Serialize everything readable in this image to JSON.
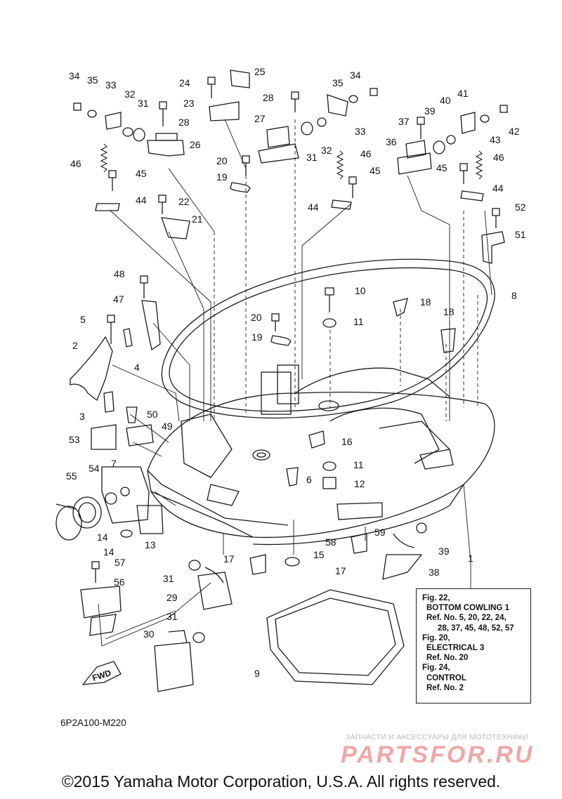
{
  "callouts": {
    "c1": "1",
    "c2": "2",
    "c3": "3",
    "c4": "4",
    "c5": "5",
    "c6": "6",
    "c7": "7",
    "c8": "8",
    "c9": "9",
    "c10": "10",
    "c11a": "11",
    "c11b": "11",
    "c12": "12",
    "c13": "13",
    "c14a": "14",
    "c14b": "14",
    "c15": "15",
    "c16": "16",
    "c17a": "17",
    "c17b": "17",
    "c18a": "18",
    "c18b": "18",
    "c19a": "19",
    "c19b": "19",
    "c20a": "20",
    "c20b": "20",
    "c21": "21",
    "c22": "22",
    "c23": "23",
    "c24": "24",
    "c25": "25",
    "c26": "26",
    "c27": "27",
    "c28a": "28",
    "c28b": "28",
    "c29": "29",
    "c30": "30",
    "c31a": "31",
    "c31b": "31",
    "c31c": "31",
    "c31d": "31",
    "c32a": "32",
    "c32b": "32",
    "c33a": "33",
    "c33b": "33",
    "c34a": "34",
    "c34b": "34",
    "c35a": "35",
    "c35b": "35",
    "c36": "36",
    "c37": "37",
    "c38": "38",
    "c39a": "39",
    "c39b": "39",
    "c40": "40",
    "c41": "41",
    "c42": "42",
    "c43": "43",
    "c44a": "44",
    "c44b": "44",
    "c44c": "44",
    "c45a": "45",
    "c45b": "45",
    "c45c": "45",
    "c46a": "46",
    "c46b": "46",
    "c46c": "46",
    "c47": "47",
    "c48": "48",
    "c49": "49",
    "c50": "50",
    "c51": "51",
    "c52": "52",
    "c53": "53",
    "c54": "54",
    "c55": "55",
    "c56": "56",
    "c57": "57",
    "c58": "58",
    "c59": "59"
  },
  "reference_note": {
    "line1": "Fig. 22,",
    "line2": "BOTTOM COWLING 1",
    "line3": "Ref. No. 5, 20, 22, 24,",
    "line4": "28, 37, 45, 48, 52, 57",
    "line5": "Fig. 20,",
    "line6": "ELECTRICAL 3",
    "line7": "Ref. No. 20",
    "line8": "Fig. 24,",
    "line9": "CONTROL",
    "line10": "Ref. No. 2"
  },
  "fwd_label": "FWD",
  "diagram_code": "6P2A100-M220",
  "watermark": {
    "tagline": "ЗАПЧАСТИ И АКСЕССУАРЫ ДЛЯ МОТОТЕХНИКИ",
    "brand": "PARTSFOR.RU"
  },
  "copyright": "©2015 Yamaha Motor Corporation, U.S.A. All rights reserved."
}
